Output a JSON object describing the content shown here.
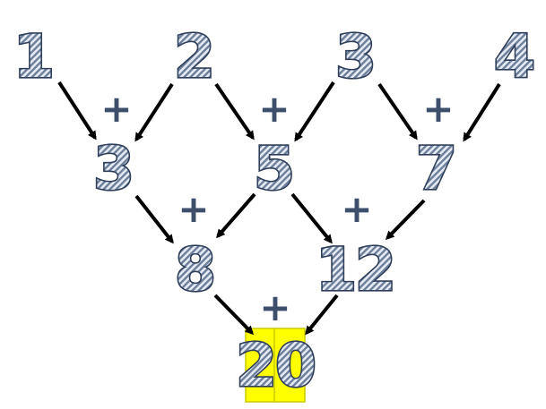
{
  "diagram": {
    "rows": [
      [
        "1",
        "2",
        "3",
        "4"
      ],
      [
        "3",
        "5",
        "7"
      ],
      [
        "8",
        "12"
      ],
      [
        "20"
      ]
    ],
    "operator": "+",
    "colors": {
      "number_fill_light": "#e6ebf3",
      "number_fill_dark": "#6d7e9a",
      "number_outline": "#2f3f5a",
      "operator": "#3d4f6b",
      "arrow": "#000000",
      "highlight": "#ffff00",
      "highlight_border": "#c8c800"
    }
  }
}
